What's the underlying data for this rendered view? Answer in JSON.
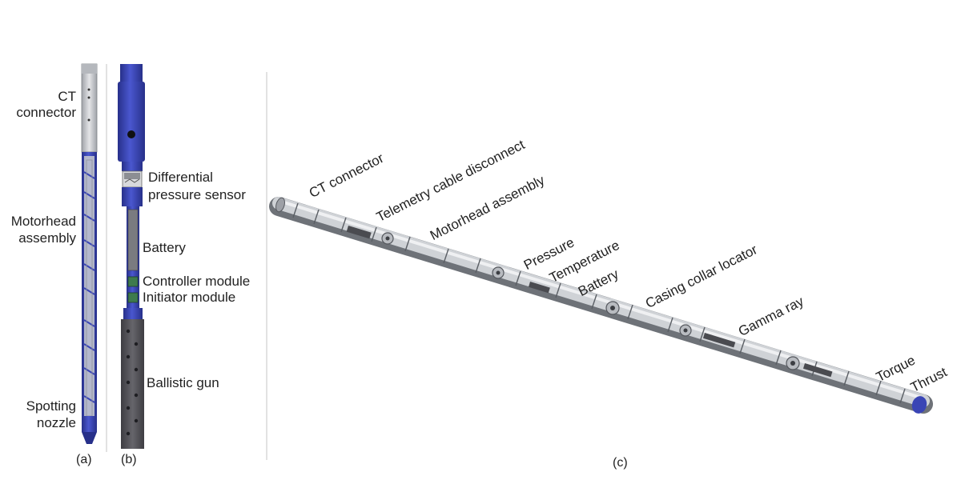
{
  "panels": {
    "a": {
      "caption": "(a)",
      "labels": {
        "ct_connector_line1": "CT",
        "ct_connector_line2": "connector",
        "motorhead_line1": "Motorhead",
        "motorhead_line2": "assembly",
        "spotting_line1": "Spotting",
        "spotting_line2": "nozzle"
      }
    },
    "b": {
      "caption": "(b)",
      "labels": {
        "differential_line1": "Differential",
        "differential_line2": "pressure sensor",
        "battery": "Battery",
        "controller_module": "Controller module",
        "initiator_module": "Initiator module",
        "ballistic_gun": "Ballistic gun"
      }
    },
    "c": {
      "caption": "(c)",
      "labels": {
        "ct_connector": "CT connector",
        "telemetry": "Telemetry cable disconnect",
        "motorhead": "Motorhead assembly",
        "pressure": "Pressure",
        "temperature": "Temperature",
        "battery": "Battery",
        "casing_collar": "Casing collar locator",
        "gamma_ray": "Gamma ray",
        "torque": "Torque",
        "thrust": "Thrust"
      }
    }
  },
  "colors": {
    "tool_blue": "#3a45b5",
    "tool_blue_dark": "#27308a",
    "gun_gray": "#55545a",
    "metal_light": "#d6d8dc",
    "metal_dark": "#8b8f96",
    "divider": "#bdbdbd"
  }
}
